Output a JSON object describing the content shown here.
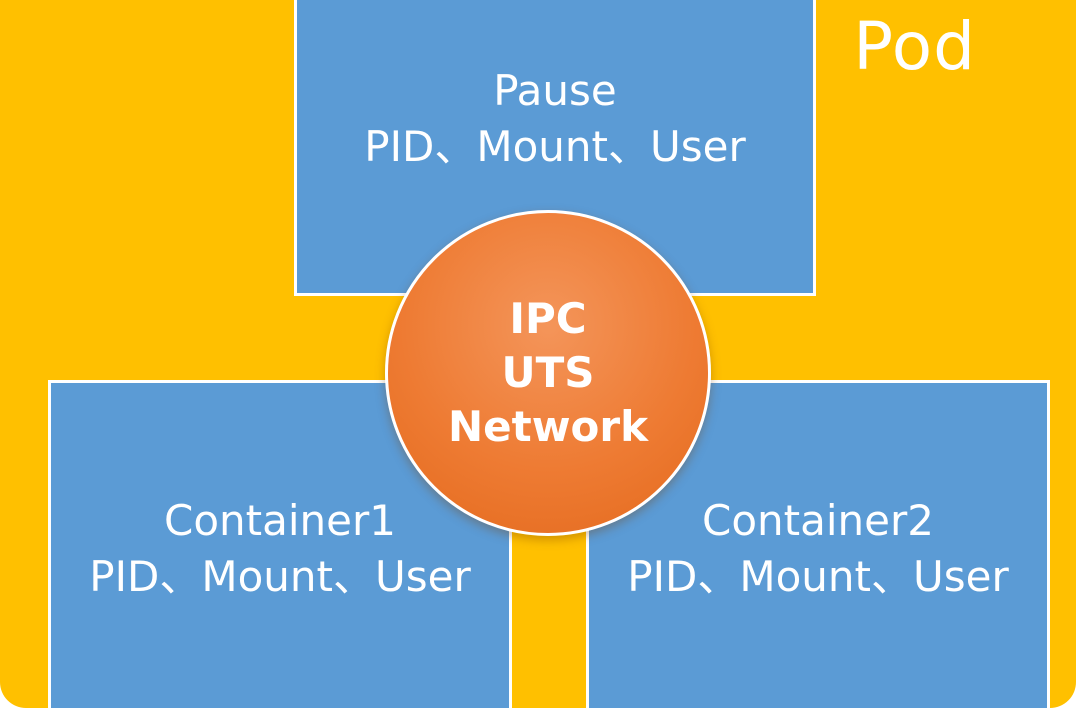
{
  "pod": {
    "label": "Pod"
  },
  "pause": {
    "title": "Pause",
    "namespaces": "PID、Mount、User"
  },
  "shared": {
    "line1": "IPC",
    "line2": "UTS",
    "line3": "Network"
  },
  "container1": {
    "title": "Container1",
    "namespaces": "PID、Mount、User"
  },
  "container2": {
    "title": "Container2",
    "namespaces": "PID、Mount、User"
  },
  "colors": {
    "pod_background": "#ffc000",
    "container_box": "#5b9bd5",
    "shared_circle": "#ee7b33",
    "text": "#ffffff"
  }
}
